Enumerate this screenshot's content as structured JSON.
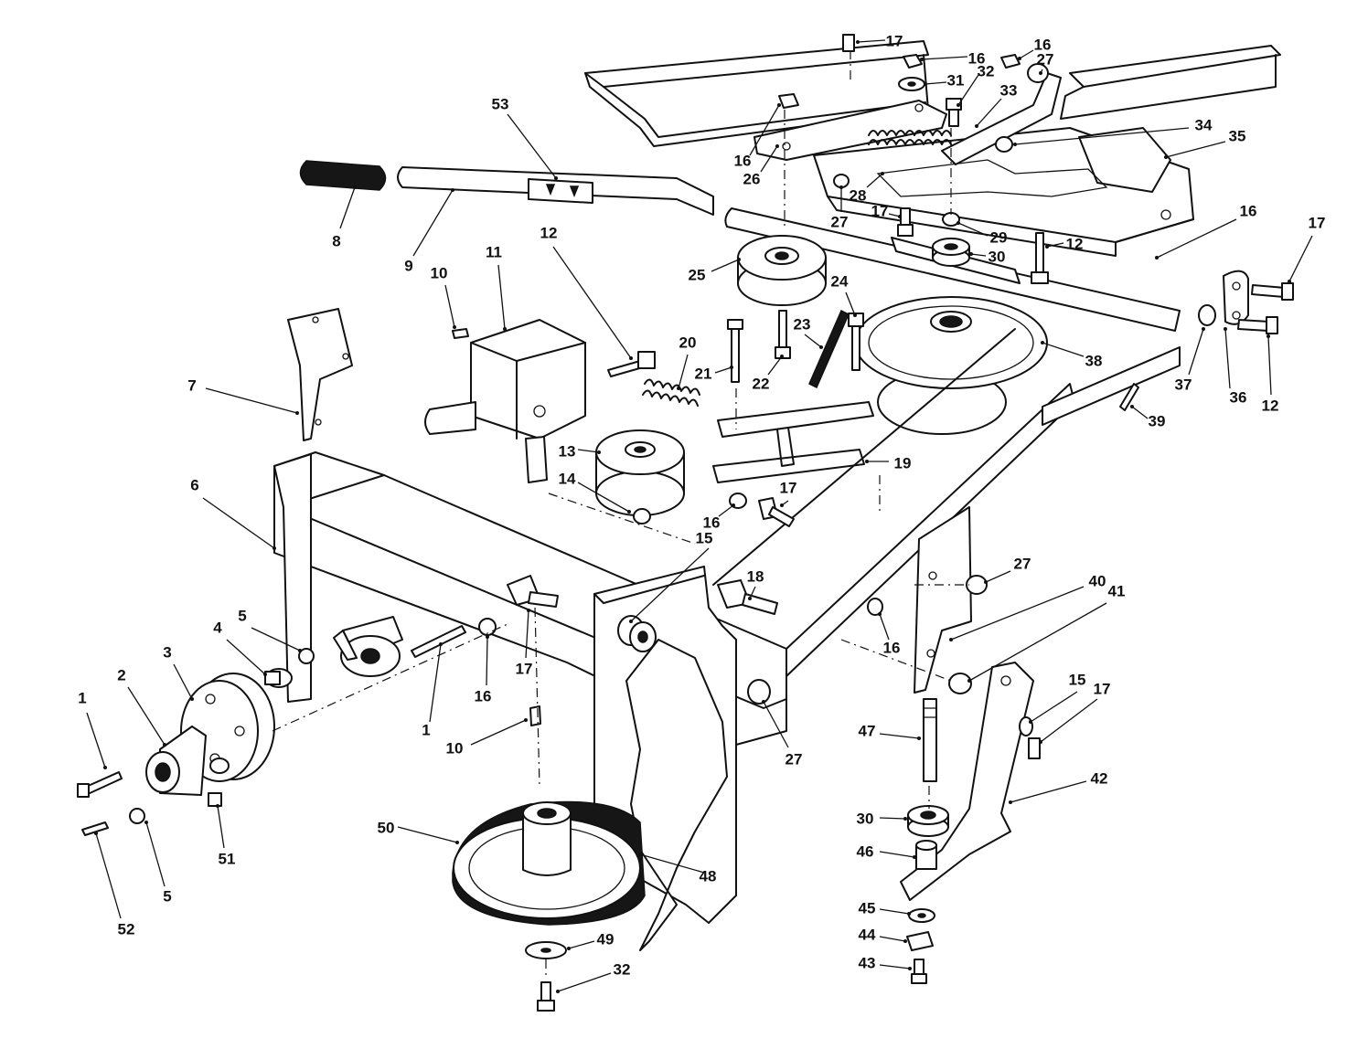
{
  "diagram": {
    "caption": "",
    "callouts": [
      {
        "id": "c1a",
        "text": "1"
      },
      {
        "id": "c1b",
        "text": "1"
      },
      {
        "id": "c2",
        "text": "2"
      },
      {
        "id": "c3",
        "text": "3"
      },
      {
        "id": "c4",
        "text": "4"
      },
      {
        "id": "c5a",
        "text": "5"
      },
      {
        "id": "c5b",
        "text": "5"
      },
      {
        "id": "c6",
        "text": "6"
      },
      {
        "id": "c7",
        "text": "7"
      },
      {
        "id": "c8",
        "text": "8"
      },
      {
        "id": "c9",
        "text": "9"
      },
      {
        "id": "c10a",
        "text": "10"
      },
      {
        "id": "c10b",
        "text": "10"
      },
      {
        "id": "c11",
        "text": "11"
      },
      {
        "id": "c12a",
        "text": "12"
      },
      {
        "id": "c12b",
        "text": "12"
      },
      {
        "id": "c12c",
        "text": "12"
      },
      {
        "id": "c13",
        "text": "13"
      },
      {
        "id": "c14",
        "text": "14"
      },
      {
        "id": "c15a",
        "text": "15"
      },
      {
        "id": "c15b",
        "text": "15"
      },
      {
        "id": "c16a",
        "text": "16"
      },
      {
        "id": "c16b",
        "text": "16"
      },
      {
        "id": "c16c",
        "text": "16"
      },
      {
        "id": "c16d",
        "text": "16"
      },
      {
        "id": "c16e",
        "text": "16"
      },
      {
        "id": "c16f",
        "text": "16"
      },
      {
        "id": "c16g",
        "text": "16"
      },
      {
        "id": "c17a",
        "text": "17"
      },
      {
        "id": "c17b",
        "text": "17"
      },
      {
        "id": "c17c",
        "text": "17"
      },
      {
        "id": "c17d",
        "text": "17"
      },
      {
        "id": "c17e",
        "text": "17"
      },
      {
        "id": "c17f",
        "text": "17"
      },
      {
        "id": "c18",
        "text": "18"
      },
      {
        "id": "c19",
        "text": "19"
      },
      {
        "id": "c20",
        "text": "20"
      },
      {
        "id": "c21",
        "text": "21"
      },
      {
        "id": "c22",
        "text": "22"
      },
      {
        "id": "c23",
        "text": "23"
      },
      {
        "id": "c24",
        "text": "24"
      },
      {
        "id": "c25",
        "text": "25"
      },
      {
        "id": "c26",
        "text": "26"
      },
      {
        "id": "c27a",
        "text": "27"
      },
      {
        "id": "c27b",
        "text": "27"
      },
      {
        "id": "c27c",
        "text": "27"
      },
      {
        "id": "c27d",
        "text": "27"
      },
      {
        "id": "c28",
        "text": "28"
      },
      {
        "id": "c29",
        "text": "29"
      },
      {
        "id": "c30a",
        "text": "30"
      },
      {
        "id": "c30b",
        "text": "30"
      },
      {
        "id": "c31",
        "text": "31"
      },
      {
        "id": "c32a",
        "text": "32"
      },
      {
        "id": "c32b",
        "text": "32"
      },
      {
        "id": "c33",
        "text": "33"
      },
      {
        "id": "c34",
        "text": "34"
      },
      {
        "id": "c35",
        "text": "35"
      },
      {
        "id": "c36",
        "text": "36"
      },
      {
        "id": "c37",
        "text": "37"
      },
      {
        "id": "c38",
        "text": "38"
      },
      {
        "id": "c39",
        "text": "39"
      },
      {
        "id": "c40",
        "text": "40"
      },
      {
        "id": "c41",
        "text": "41"
      },
      {
        "id": "c42",
        "text": "42"
      },
      {
        "id": "c43",
        "text": "43"
      },
      {
        "id": "c44",
        "text": "44"
      },
      {
        "id": "c45",
        "text": "45"
      },
      {
        "id": "c46",
        "text": "46"
      },
      {
        "id": "c47",
        "text": "47"
      },
      {
        "id": "c48",
        "text": "48"
      },
      {
        "id": "c49",
        "text": "49"
      },
      {
        "id": "c50",
        "text": "50"
      },
      {
        "id": "c51",
        "text": "51"
      },
      {
        "id": "c52",
        "text": "52"
      },
      {
        "id": "c53",
        "text": "53"
      }
    ]
  }
}
